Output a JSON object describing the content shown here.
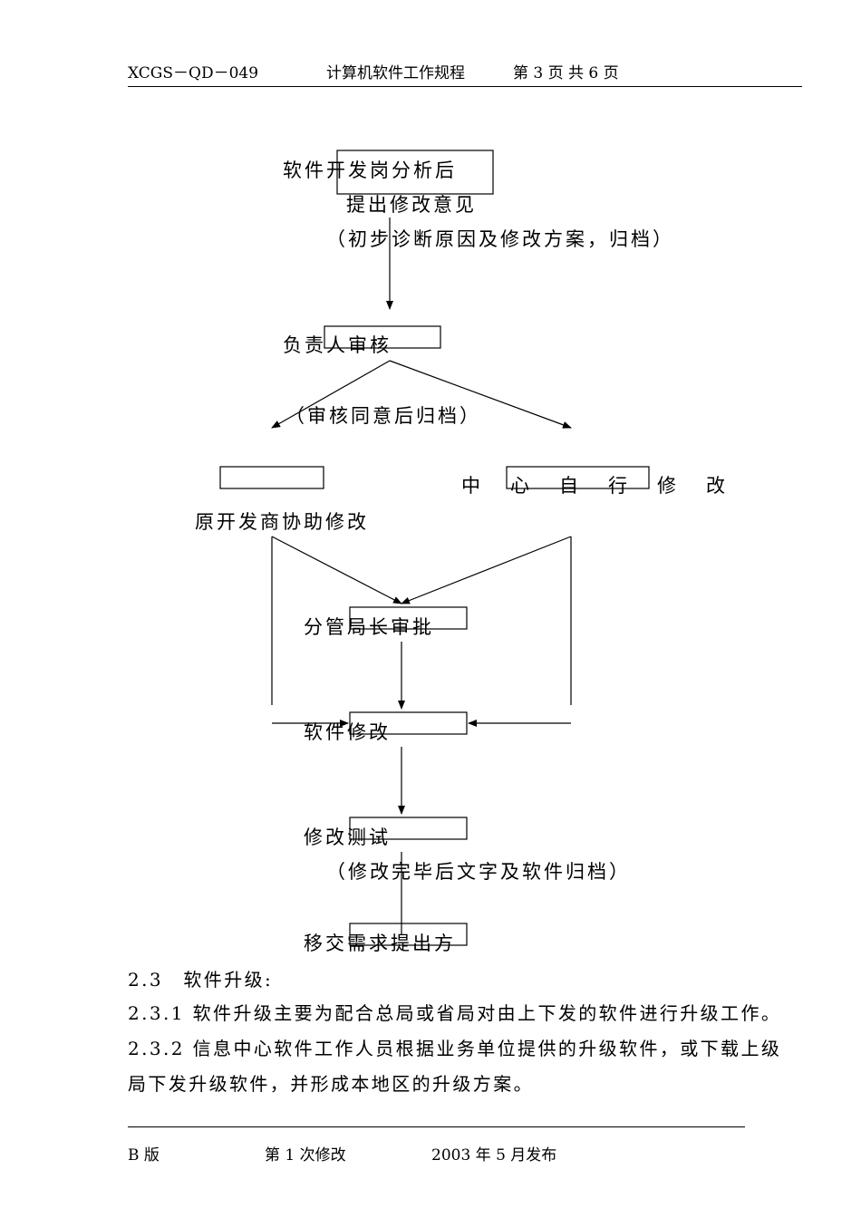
{
  "header": {
    "doc_code": "XCGS－QD－049",
    "title": "计算机软件工作规程",
    "page": "第 3 页 共 6 页"
  },
  "flowchart": {
    "step1_line1": "软件开发岗分析后",
    "step1_line2": "提出修改意见",
    "step1_note": "（初步诊断原因及修改方案，归档）",
    "step2": "负责人审核",
    "step2_note": "（审核同意后归档）",
    "branch_right": "中　心　自　行　修　改",
    "branch_left": "原开发商协助修改",
    "step3": "分管局长审批",
    "step4": "软件修改",
    "step5": "修改测试",
    "step5_note": "（修改完毕后文字及软件归档）",
    "step6": "移交需求提出方"
  },
  "section": {
    "heading": "2.3　软件升级:",
    "p1": "2.3.1 软件升级主要为配合总局或省局对由上下发的软件进行升级工作。",
    "p2_line1": "2.3.2 信息中心软件工作人员根据业务单位提供的升级软件，或下载上级",
    "p2_line2": "局下发升级软件，并形成本地区的升级方案。"
  },
  "footer": {
    "edition": "B 版",
    "revision": "第 1 次修改",
    "published": "2003 年 5 月发布"
  }
}
